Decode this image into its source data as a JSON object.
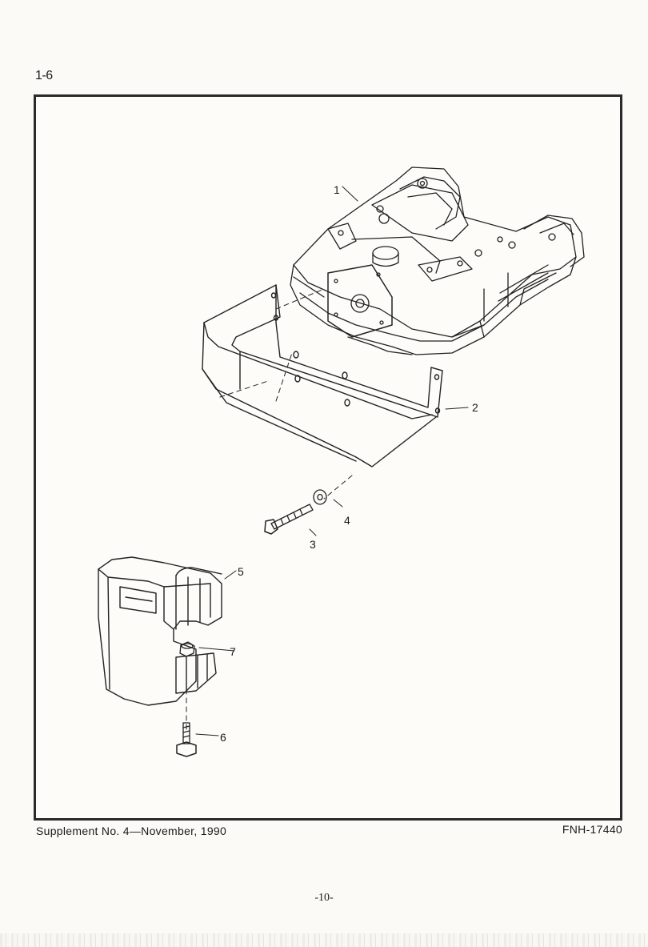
{
  "page": {
    "section": "1-6",
    "footer_left": "Supplement  No. 4—November,  1990",
    "footer_right": "FNH-17440",
    "page_number": "-10-"
  },
  "diagram": {
    "callouts": [
      "1",
      "2",
      "3",
      "4",
      "5",
      "6",
      "7"
    ]
  }
}
